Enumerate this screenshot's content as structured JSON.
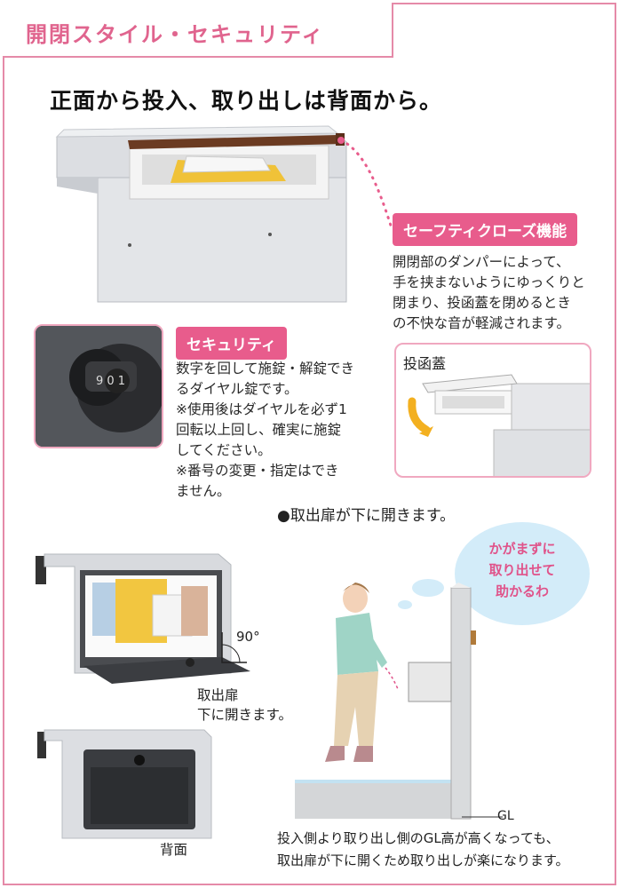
{
  "header": {
    "title": "開閉スタイル・セキュリティ"
  },
  "headline": "正面から投入、取り出しは背面から。",
  "safety": {
    "badge": "セーフティクローズ機能",
    "lines": [
      "開閉部のダンパーによって、",
      "手を挟まないようにゆっくりと",
      "閉まり、投函蓋を閉めるとき",
      "の不快な音が軽減されます。"
    ]
  },
  "security": {
    "badge": "セキュリティ",
    "lines": [
      "数字を回して施錠・解錠でき",
      "るダイヤル錠です。",
      "※使用後はダイヤルを必ず1",
      "回転以上回し、確実に施錠",
      "してください。",
      "※番号の変更・指定はでき",
      "ません。"
    ],
    "dial_digits": "9 0 1"
  },
  "lid": {
    "label": "投函蓋"
  },
  "open_note": "●取出扉が下に開きます。",
  "angle_label": "90°",
  "door_caption": [
    "取出扉",
    "下に開きます。"
  ],
  "back_caption": "背面",
  "speech": [
    "かがまずに",
    "取り出せて",
    "助かるわ"
  ],
  "gl_label": "GL",
  "bottom_note": [
    "投入側より取り出し側のGL高が高くなっても、",
    "取出扉が下に開くため取り出しが楽になります。"
  ],
  "colors": {
    "accent": "#e85c8c",
    "frame": "#e58aa8",
    "bubble": "#d3ecf9"
  }
}
